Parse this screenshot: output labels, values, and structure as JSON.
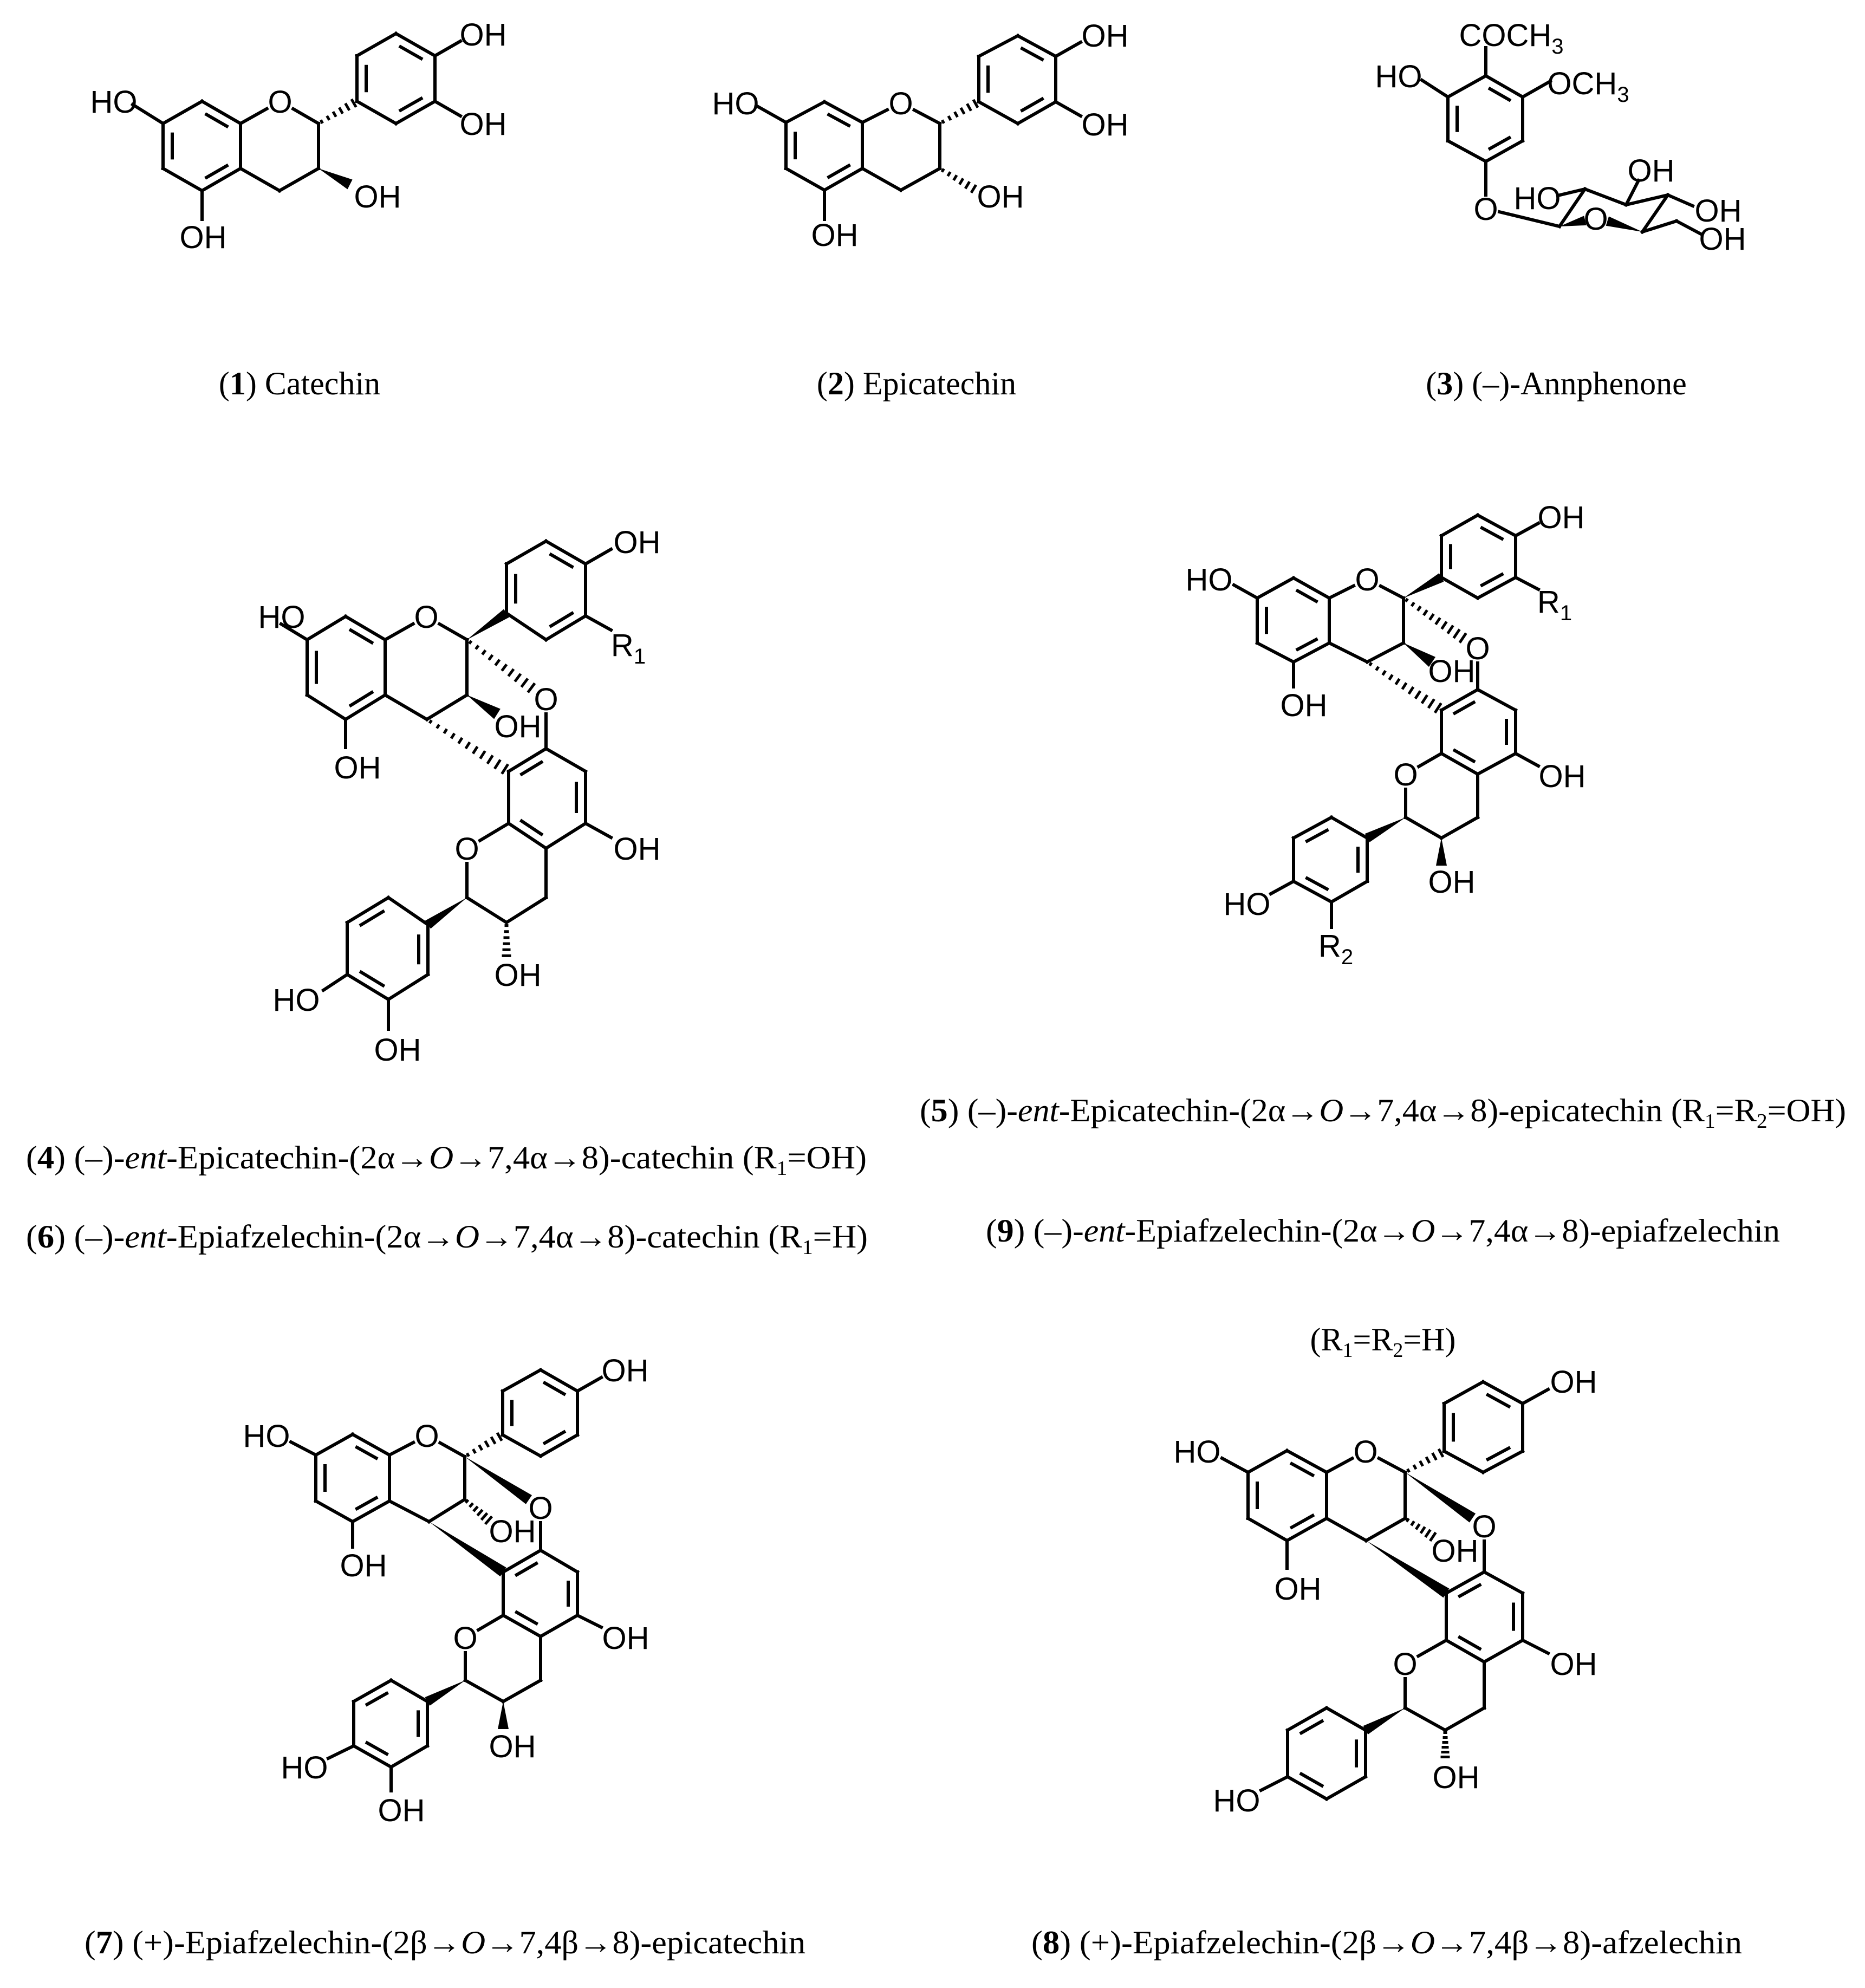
{
  "figure": {
    "type": "chemical-structures-panel",
    "compound_count": 9,
    "background": "#ffffff",
    "ink": "#000000"
  },
  "atoms": {
    "OH": "OH",
    "HO": "HO",
    "O": "O",
    "R": "R",
    "COCH": "COCH",
    "OCH": "OCH",
    "three": "3",
    "one": "1",
    "two": "2"
  },
  "compounds": [
    {
      "id": "1",
      "caption": [
        {
          "t": "(",
          "s": ""
        },
        {
          "t": "1",
          "s": "b"
        },
        {
          "t": ") Catechin",
          "s": ""
        }
      ],
      "name": "Catechin"
    },
    {
      "id": "2",
      "caption": [
        {
          "t": "(",
          "s": ""
        },
        {
          "t": "2",
          "s": "b"
        },
        {
          "t": ") Epicatechin",
          "s": ""
        }
      ],
      "name": "Epicatechin"
    },
    {
      "id": "3",
      "caption": [
        {
          "t": "(",
          "s": ""
        },
        {
          "t": "3",
          "s": "b"
        },
        {
          "t": ") (–)-Annphenone",
          "s": ""
        }
      ],
      "name": "(–)-Annphenone"
    },
    {
      "id": "4",
      "caption": [
        {
          "t": "(",
          "s": ""
        },
        {
          "t": "4",
          "s": "b"
        },
        {
          "t": ") (–)-",
          "s": ""
        },
        {
          "t": "ent",
          "s": "i"
        },
        {
          "t": "-Epicatechin-(2α→",
          "s": ""
        },
        {
          "t": "O",
          "s": "i"
        },
        {
          "t": "→7,4α→8)-catechin (R",
          "s": ""
        },
        {
          "t": "1",
          "s": "sub"
        },
        {
          "t": "=OH)",
          "s": ""
        }
      ],
      "name": "(–)-ent-Epicatechin-(2α→O→7,4α→8)-catechin",
      "substituents": "R1=OH"
    },
    {
      "id": "5",
      "caption": [
        {
          "t": "(",
          "s": ""
        },
        {
          "t": "5",
          "s": "b"
        },
        {
          "t": ") (–)-",
          "s": ""
        },
        {
          "t": "ent",
          "s": "i"
        },
        {
          "t": "-Epicatechin-(2α→",
          "s": ""
        },
        {
          "t": "O",
          "s": "i"
        },
        {
          "t": "→7,4α→8)-epicatechin (R",
          "s": ""
        },
        {
          "t": "1",
          "s": "sub"
        },
        {
          "t": "=R",
          "s": ""
        },
        {
          "t": "2",
          "s": "sub"
        },
        {
          "t": "=OH)",
          "s": ""
        }
      ],
      "name": "(–)-ent-Epicatechin-(2α→O→7,4α→8)-epicatechin",
      "substituents": "R1=R2=OH"
    },
    {
      "id": "6",
      "caption": [
        {
          "t": "(",
          "s": ""
        },
        {
          "t": "6",
          "s": "b"
        },
        {
          "t": ") (–)-",
          "s": ""
        },
        {
          "t": "ent",
          "s": "i"
        },
        {
          "t": "-Epiafzelechin-(2α→",
          "s": ""
        },
        {
          "t": "O",
          "s": "i"
        },
        {
          "t": "→7,4α→8)-catechin (R",
          "s": ""
        },
        {
          "t": "1",
          "s": "sub"
        },
        {
          "t": "=H)",
          "s": ""
        }
      ],
      "name": "(–)-ent-Epiafzelechin-(2α→O→7,4α→8)-catechin",
      "substituents": "R1=H"
    },
    {
      "id": "7",
      "caption": [
        {
          "t": "(",
          "s": ""
        },
        {
          "t": "7",
          "s": "b"
        },
        {
          "t": ") (+)-Epiafzelechin-(2β→",
          "s": ""
        },
        {
          "t": "O",
          "s": "i"
        },
        {
          "t": "→7,4β→8)-epicatechin",
          "s": ""
        }
      ],
      "name": "(+)-Epiafzelechin-(2β→O→7,4β→8)-epicatechin"
    },
    {
      "id": "8",
      "caption": [
        {
          "t": "(",
          "s": ""
        },
        {
          "t": "8",
          "s": "b"
        },
        {
          "t": ") (+)-Epiafzelechin-(2β→",
          "s": ""
        },
        {
          "t": "O",
          "s": "i"
        },
        {
          "t": "→7,4β→8)-afzelechin",
          "s": ""
        }
      ],
      "name": "(+)-Epiafzelechin-(2β→O→7,4β→8)-afzelechin"
    },
    {
      "id": "9",
      "caption": [
        {
          "t": "(",
          "s": ""
        },
        {
          "t": "9",
          "s": "b"
        },
        {
          "t": ") (–)-",
          "s": ""
        },
        {
          "t": "ent",
          "s": "i"
        },
        {
          "t": "-Epiafzelechin-(2α→",
          "s": ""
        },
        {
          "t": "O",
          "s": "i"
        },
        {
          "t": "→7,4α→8)-epiafzelechin",
          "s": ""
        }
      ],
      "caption_line2": [
        {
          "t": "(R",
          "s": ""
        },
        {
          "t": "1",
          "s": "sub"
        },
        {
          "t": "=R",
          "s": ""
        },
        {
          "t": "2",
          "s": "sub"
        },
        {
          "t": "=H)",
          "s": ""
        }
      ],
      "name": "(–)-ent-Epiafzelechin-(2α→O→7,4α→8)-epiafzelechin",
      "substituents": "R1=R2=H"
    }
  ]
}
